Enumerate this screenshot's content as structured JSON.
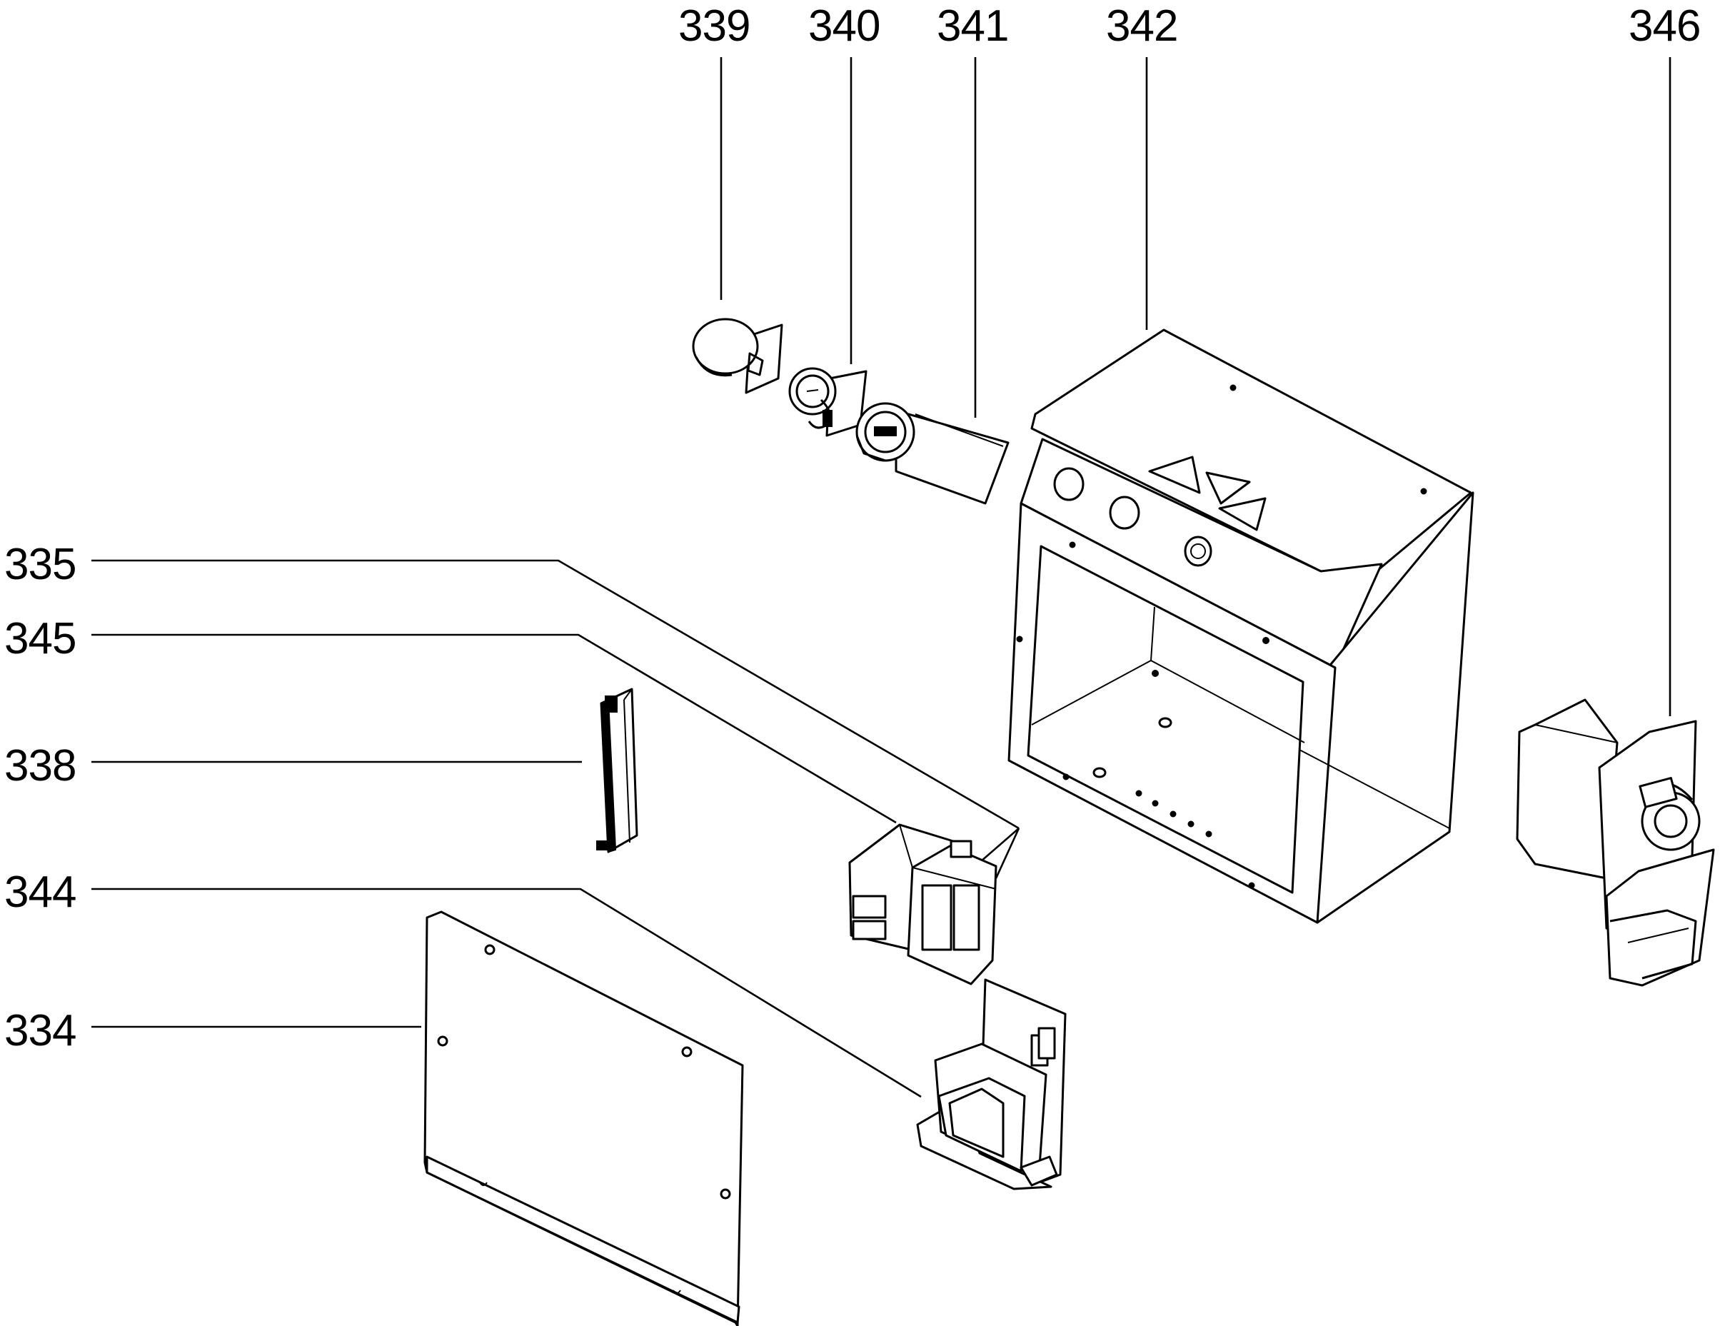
{
  "labels": {
    "p334": "334",
    "p335": "335",
    "p338": "338",
    "p339": "339",
    "p340": "340",
    "p341": "341",
    "p342": "342",
    "p344": "344",
    "p345": "345",
    "p346": "346"
  }
}
